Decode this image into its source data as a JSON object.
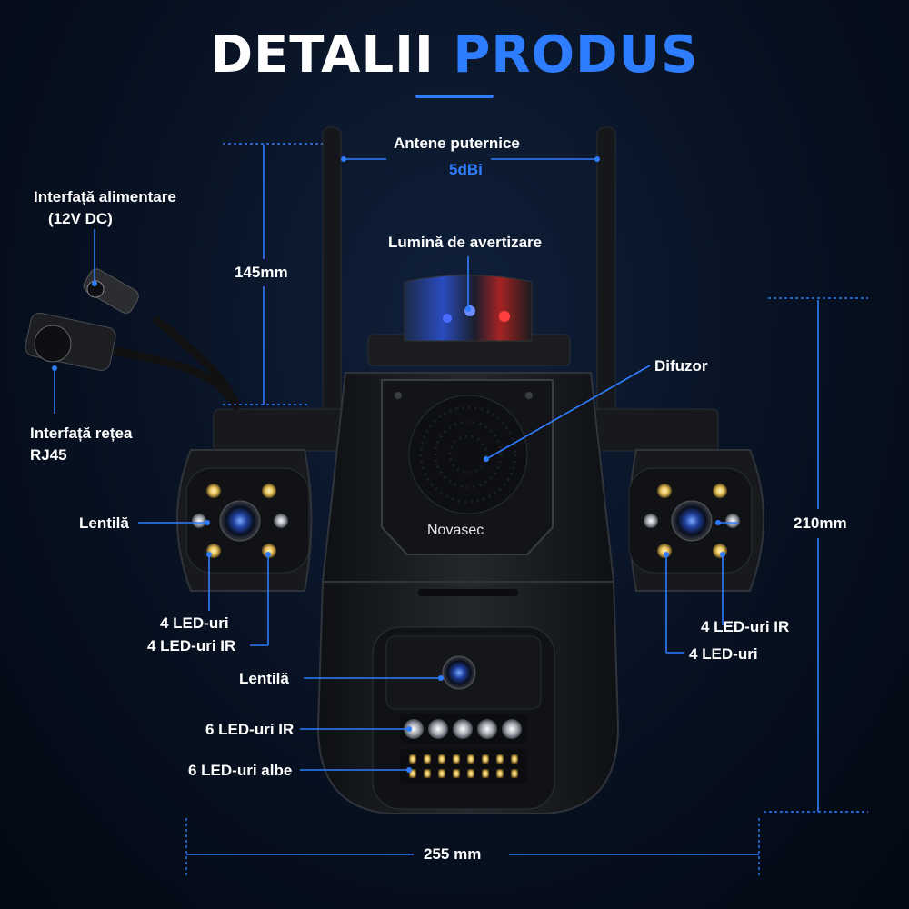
{
  "header": {
    "title_white": "DETALII",
    "title_blue": "PRODUS"
  },
  "product": {
    "brand": "Novasec"
  },
  "labels": {
    "antenna_title": "Antene puternice",
    "antenna_gain": "5dBi",
    "power_interface_line1": "Interfață alimentare",
    "power_interface_line2": "(12V DC)",
    "height_antenna": "145mm",
    "warning_light": "Lumină de avertizare",
    "speaker": "Difuzor",
    "network_interface_line1": "Interfață rețea",
    "network_interface_line2": "RJ45",
    "left_lens": "Lentilă",
    "left_leds": "4 LED-uri",
    "left_ir_leds": "4 LED-uri IR",
    "right_ir_leds": "4 LED-uri IR",
    "right_leds": "4 LED-uri",
    "height_body": "210mm",
    "center_lens": "Lentilă",
    "ir_leds_6": "6 LED-uri IR",
    "white_leds_6": "6 LED-uri albe",
    "width": "255 mm"
  },
  "colors": {
    "accent": "#2f7dff",
    "background": "#071121",
    "camera": "#1a1c20"
  }
}
